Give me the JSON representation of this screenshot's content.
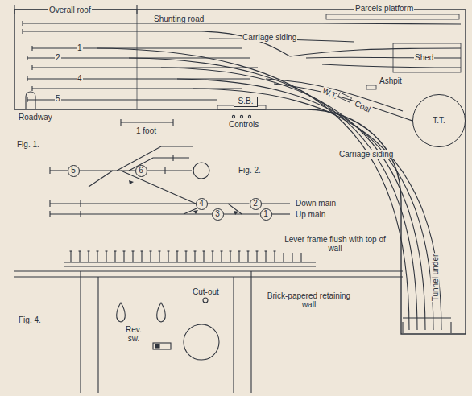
{
  "diagram": {
    "nodes": [
      {
        "text": [
          "S.B."
        ]
      },
      {
        "text": [
          "T.T."
        ]
      },
      {
        "text": [
          "5"
        ]
      },
      {
        "text": [
          "6"
        ]
      },
      {
        "text": [
          "4"
        ]
      },
      {
        "text": [
          "2"
        ]
      },
      {
        "text": [
          "3"
        ]
      },
      {
        "text": [
          "1"
        ]
      }
    ],
    "edges": [
      {
        "from": 2,
        "to": 3,
        "arrow": "none"
      },
      {
        "from": 4,
        "to": 5,
        "arrow": "none"
      },
      {
        "from": 6,
        "to": 7,
        "arrow": "none"
      }
    ],
    "labels": [
      "Overall roof",
      "Shunting road",
      "Parcels platform",
      "Carriage siding",
      "Shed",
      "1",
      "2",
      "4",
      "5",
      "Ashpit",
      "W.T.",
      "Coal",
      "Controls",
      "Roadway",
      "1 foot",
      "Fig. 1.",
      "Carriage siding",
      "Tunnel under",
      "Fig. 2.",
      "Down main",
      "Up main",
      "Lever frame flush with top of wall",
      "Cut-out",
      "Rev. sw.",
      "Brick-papered retaining wall",
      "Fig. 4."
    ]
  }
}
